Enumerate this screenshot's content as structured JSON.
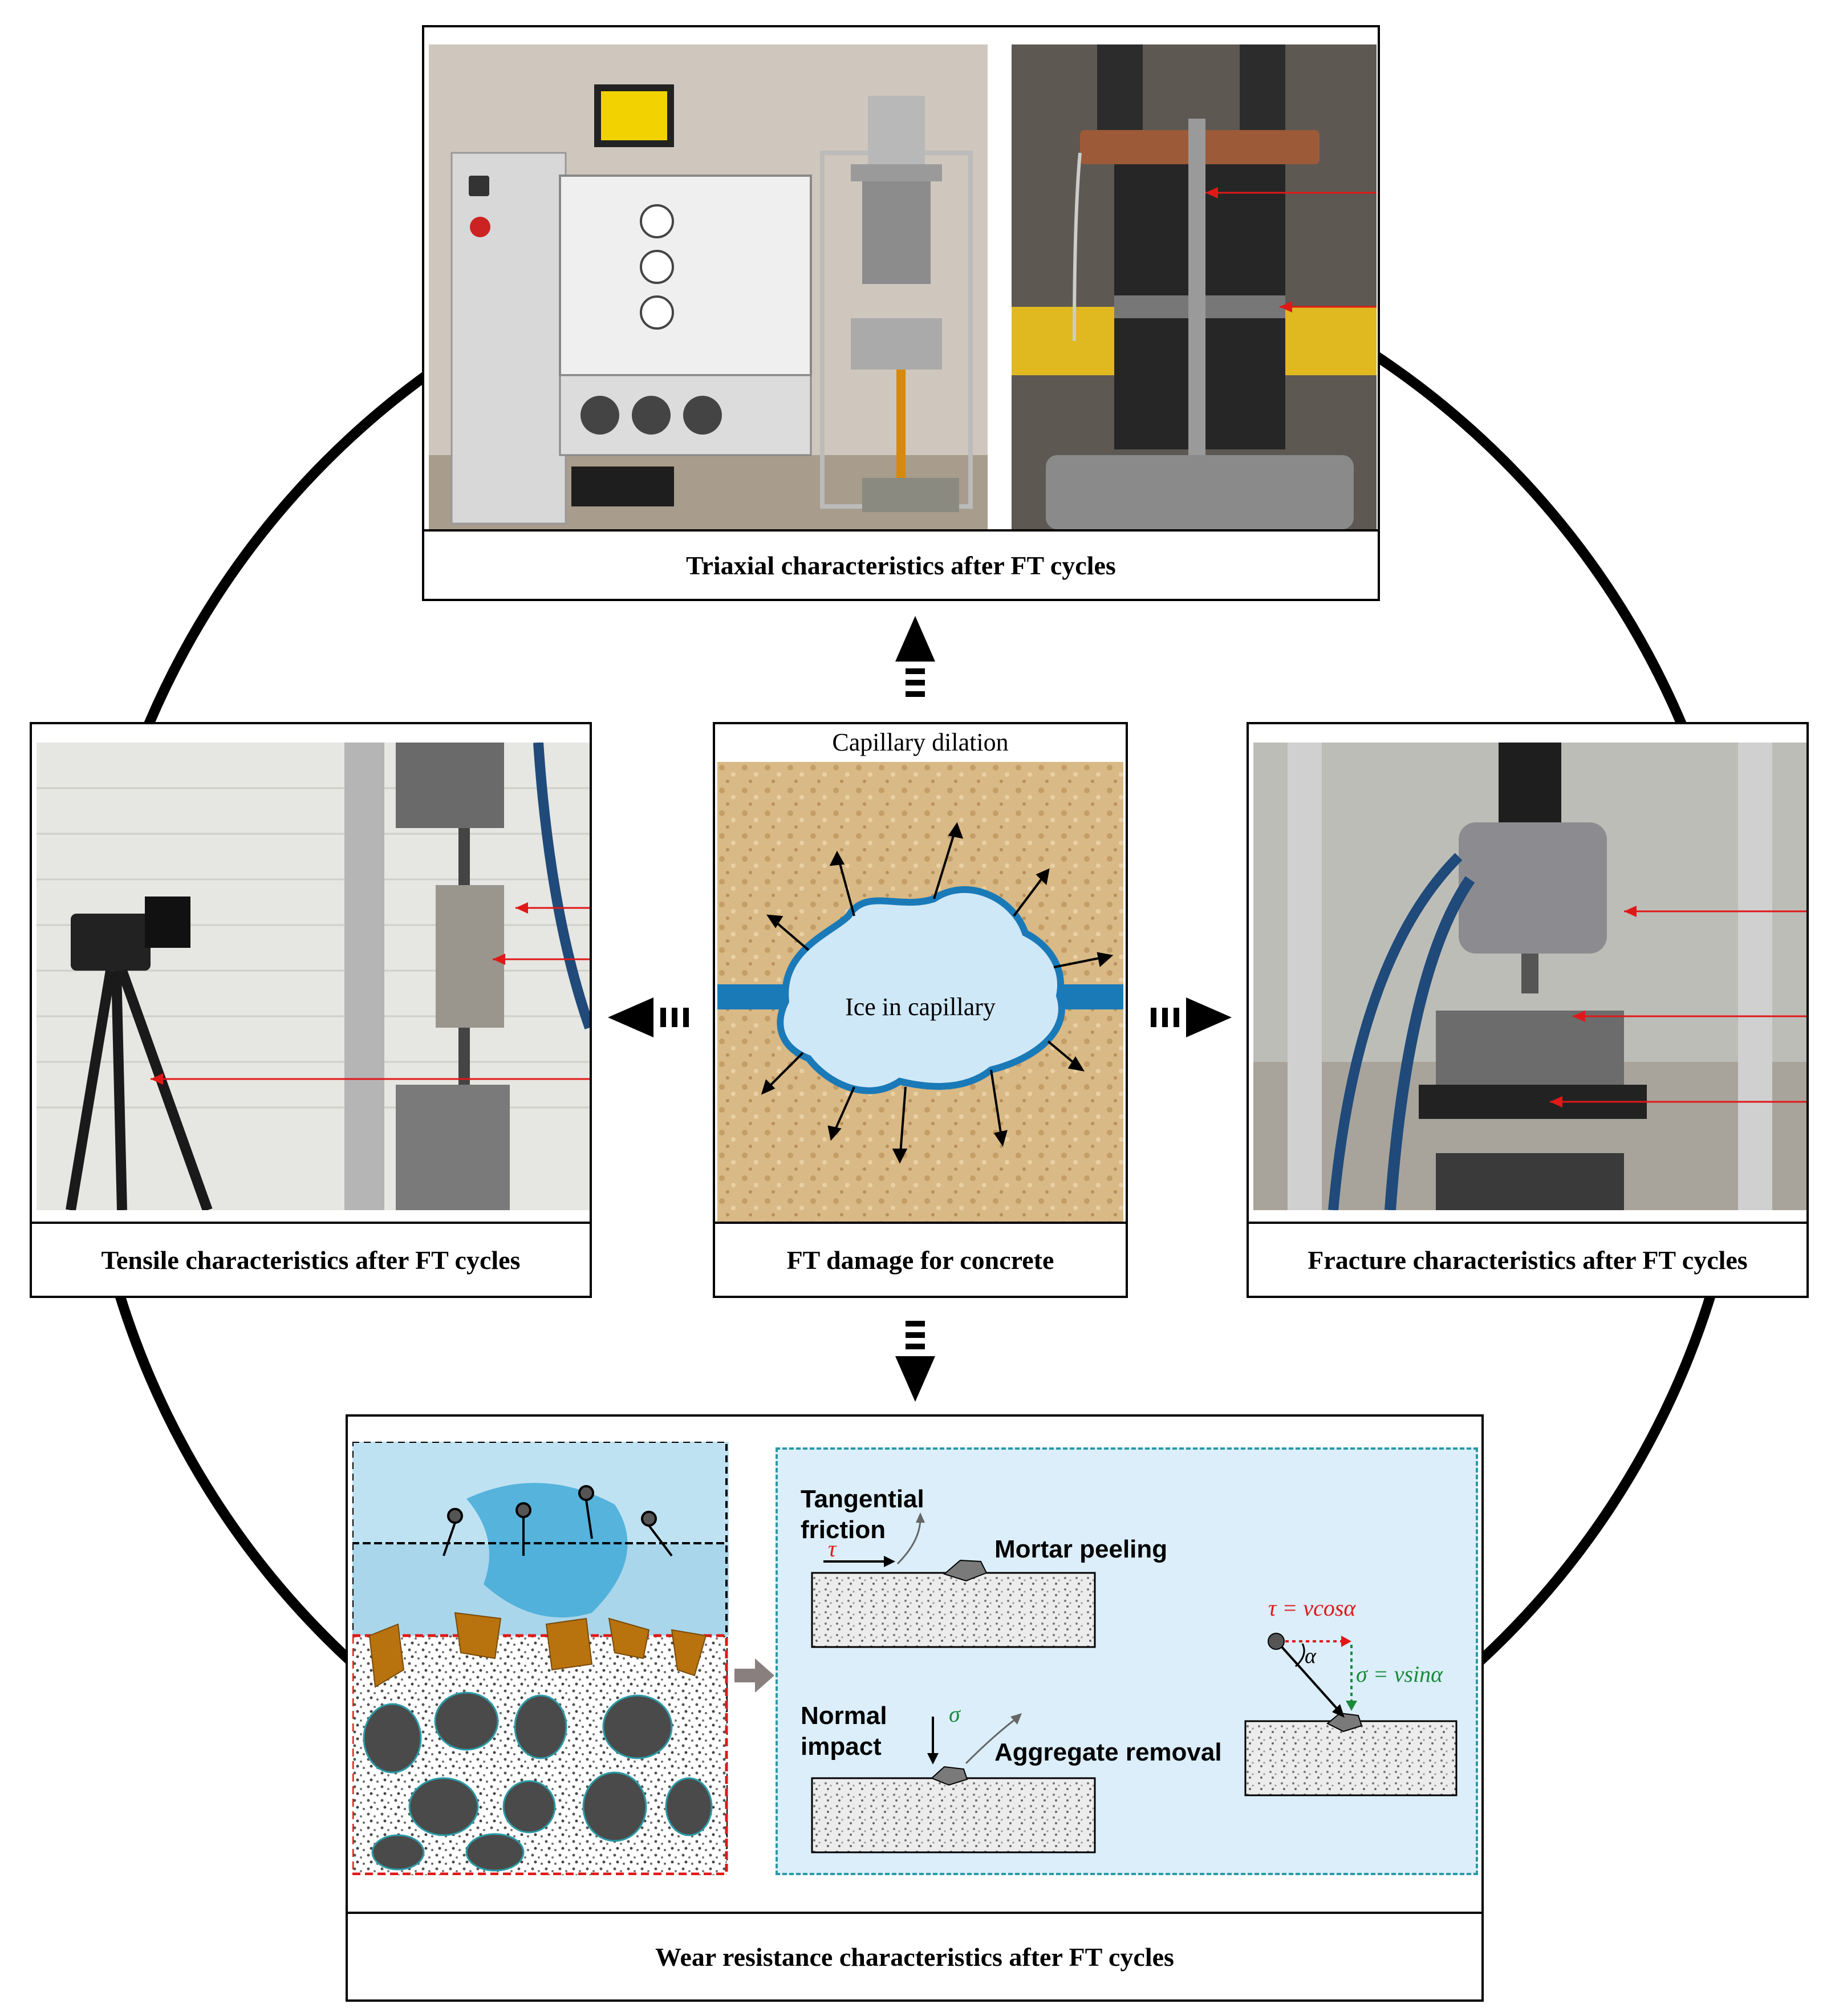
{
  "top_panel": {
    "caption": "Triaxial characteristics after FT cycles"
  },
  "left_panel": {
    "caption": "Tensile characteristics after FT cycles"
  },
  "right_panel": {
    "caption": "Fracture characteristics after FT cycles"
  },
  "center_panel": {
    "header": "Capillary dilation",
    "ice_label": "Ice in capillary",
    "caption": "FT damage for concrete"
  },
  "bottom_panel": {
    "caption": "Wear resistance characteristics after FT cycles",
    "tangential_friction_line1": "Tangential",
    "tangential_friction_line2": "friction",
    "tau_symbol": "τ",
    "mortar_peeling": "Mortar peeling",
    "normal_impact_line1": "Normal",
    "normal_impact_line2": "impact",
    "sigma_symbol": "σ",
    "aggregate_removal": "Aggregate removal",
    "tau_formula": "τ = vcosα",
    "sigma_formula": "σ = vsinα",
    "alpha_symbol": "α"
  },
  "colors": {
    "frame": "#000000",
    "ice_fill": "#cfe8f8",
    "capillary_blue": "#1a7ab8",
    "concrete_tan": "#d9b985",
    "wear_panel_bg": "#dbeefa",
    "wear_dashed_border": "#2a9aa6",
    "aggregate_dark": "#4a4a4a",
    "mortar_brown": "#b8730f",
    "red_marker": "#e01818",
    "green_marker": "#1a8a3a",
    "shaft_arrow_gray": "#8a7f7f"
  }
}
